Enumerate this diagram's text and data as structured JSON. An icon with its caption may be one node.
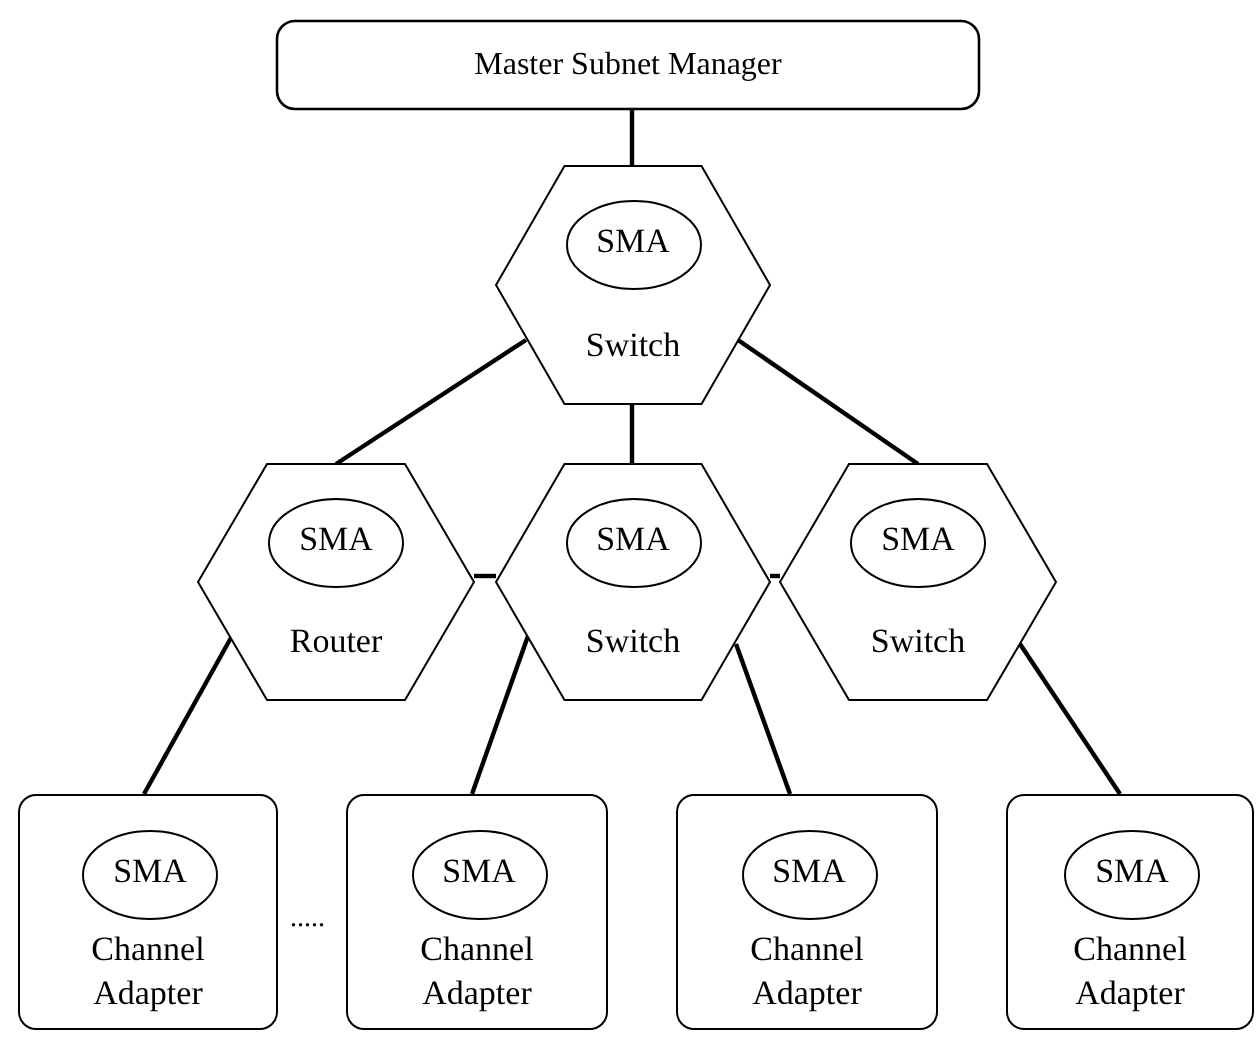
{
  "diagram": {
    "nodes": [
      {
        "text": [
          "Master Subnet Manager"
        ]
      },
      {
        "text": [
          "Switch"
        ]
      },
      {
        "text": [
          "SMA"
        ],
        "in": 1
      },
      {
        "text": [
          "Router"
        ]
      },
      {
        "text": [
          "SMA"
        ],
        "in": 3
      },
      {
        "text": [
          "Switch"
        ]
      },
      {
        "text": [
          "SMA"
        ],
        "in": 5
      },
      {
        "text": [
          "Switch"
        ]
      },
      {
        "text": [
          "SMA"
        ],
        "in": 7
      },
      {
        "text": [
          "Channel Adapter"
        ]
      },
      {
        "text": [
          "SMA"
        ],
        "in": 9
      },
      {
        "text": [
          "Channel Adapter"
        ]
      },
      {
        "text": [
          "SMA"
        ],
        "in": 11
      },
      {
        "text": [
          "Channel Adapter"
        ]
      },
      {
        "text": [
          "SMA"
        ],
        "in": 13
      },
      {
        "text": [
          "Channel Adapter"
        ]
      },
      {
        "text": [
          "SMA"
        ],
        "in": 15
      }
    ],
    "edges": [
      {
        "from": 0,
        "to": 1,
        "arrow": "none"
      },
      {
        "from": 1,
        "to": 3,
        "arrow": "none"
      },
      {
        "from": 1,
        "to": 5,
        "arrow": "none"
      },
      {
        "from": 1,
        "to": 7,
        "arrow": "none"
      },
      {
        "from": 3,
        "to": 5,
        "arrow": "none"
      },
      {
        "from": 5,
        "to": 7,
        "arrow": "none"
      },
      {
        "from": 3,
        "to": 9,
        "arrow": "none"
      },
      {
        "from": 5,
        "to": 11,
        "arrow": "none"
      },
      {
        "from": 5,
        "to": 13,
        "arrow": "none"
      },
      {
        "from": 7,
        "to": 15,
        "arrow": "none"
      }
    ],
    "labels": [
      "....."
    ]
  }
}
